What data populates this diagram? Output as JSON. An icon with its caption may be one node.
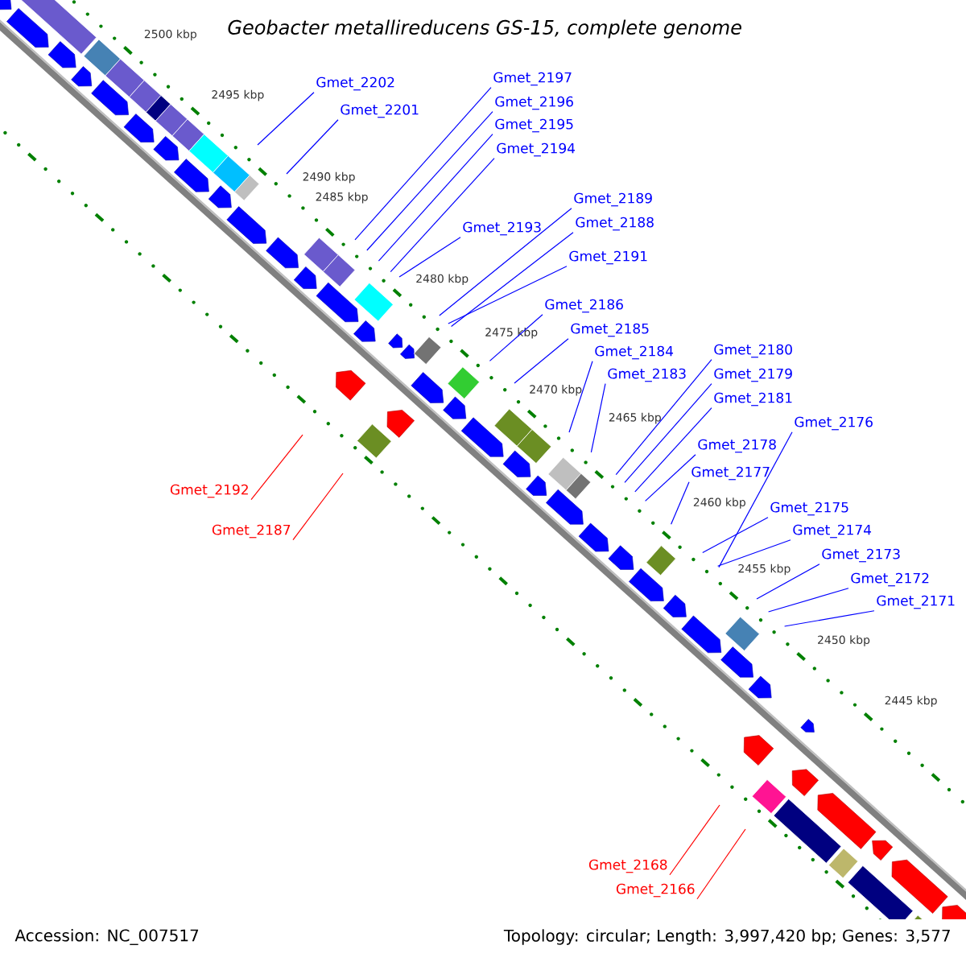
{
  "diagram": {
    "title": "Geobacter metallireducens GS-15, complete genome",
    "nodes": [
      {
        "text": [
          "Gmet_2202"
        ]
      },
      {
        "text": [
          "Gmet_2201"
        ]
      },
      {
        "text": [
          "Gmet_2197"
        ]
      },
      {
        "text": [
          "Gmet_2196"
        ]
      },
      {
        "text": [
          "Gmet_2195"
        ]
      },
      {
        "text": [
          "Gmet_2194"
        ]
      },
      {
        "text": [
          "Gmet_2189"
        ]
      },
      {
        "text": [
          "Gmet_2188"
        ]
      },
      {
        "text": [
          "Gmet_2193"
        ]
      },
      {
        "text": [
          "Gmet_2191"
        ]
      },
      {
        "text": [
          "Gmet_2186"
        ]
      },
      {
        "text": [
          "Gmet_2185"
        ]
      },
      {
        "text": [
          "Gmet_2184"
        ]
      },
      {
        "text": [
          "Gmet_2180"
        ]
      },
      {
        "text": [
          "Gmet_2183"
        ]
      },
      {
        "text": [
          "Gmet_2179"
        ]
      },
      {
        "text": [
          "Gmet_2181"
        ]
      },
      {
        "text": [
          "Gmet_2176"
        ]
      },
      {
        "text": [
          "Gmet_2178"
        ]
      },
      {
        "text": [
          "Gmet_2177"
        ]
      },
      {
        "text": [
          "Gmet_2192"
        ]
      },
      {
        "text": [
          "Gmet_2175"
        ]
      },
      {
        "text": [
          "Gmet_2174"
        ]
      },
      {
        "text": [
          "Gmet_2187"
        ]
      },
      {
        "text": [
          "Gmet_2173"
        ]
      },
      {
        "text": [
          "Gmet_2172"
        ]
      },
      {
        "text": [
          "Gmet_2171"
        ]
      },
      {
        "text": [
          "Gmet_2168"
        ]
      },
      {
        "text": [
          "Gmet_2166"
        ]
      }
    ],
    "edges": [
      {
        "from": 0,
        "to": null,
        "arrow": "none"
      },
      {
        "from": 1,
        "to": null,
        "arrow": "none"
      },
      {
        "from": 2,
        "to": null,
        "arrow": "none"
      },
      {
        "from": 3,
        "to": null,
        "arrow": "none"
      },
      {
        "from": 4,
        "to": null,
        "arrow": "none"
      },
      {
        "from": 5,
        "to": null,
        "arrow": "none"
      },
      {
        "from": 6,
        "to": null,
        "arrow": "none"
      },
      {
        "from": 7,
        "to": null,
        "arrow": "none"
      },
      {
        "from": 8,
        "to": null,
        "arrow": "none"
      },
      {
        "from": 9,
        "to": null,
        "arrow": "none"
      },
      {
        "from": 10,
        "to": null,
        "arrow": "none"
      },
      {
        "from": 11,
        "to": null,
        "arrow": "none"
      },
      {
        "from": 12,
        "to": null,
        "arrow": "none"
      },
      {
        "from": 13,
        "to": null,
        "arrow": "none"
      },
      {
        "from": 14,
        "to": null,
        "arrow": "none"
      },
      {
        "from": 15,
        "to": null,
        "arrow": "none"
      },
      {
        "from": 16,
        "to": null,
        "arrow": "none"
      },
      {
        "from": 17,
        "to": null,
        "arrow": "none"
      },
      {
        "from": 18,
        "to": null,
        "arrow": "none"
      },
      {
        "from": 19,
        "to": null,
        "arrow": "none"
      },
      {
        "from": 20,
        "to": null,
        "arrow": "none",
        "color": "#ff0000"
      },
      {
        "from": 21,
        "to": null,
        "arrow": "none"
      },
      {
        "from": 22,
        "to": null,
        "arrow": "none"
      },
      {
        "from": 23,
        "to": null,
        "arrow": "none",
        "color": "#ff0000"
      },
      {
        "from": 24,
        "to": null,
        "arrow": "none"
      },
      {
        "from": 25,
        "to": null,
        "arrow": "none"
      },
      {
        "from": 26,
        "to": null,
        "arrow": "none"
      },
      {
        "from": 27,
        "to": null,
        "arrow": "none",
        "color": "#ff0000"
      },
      {
        "from": 28,
        "to": null,
        "arrow": "none",
        "color": "#ff0000"
      }
    ],
    "labels": [
      "2500 kbp",
      "2495 kbp",
      "2490 kbp",
      "2485 kbp",
      "2480 kbp",
      "2475 kbp",
      "2470 kbp",
      "2465 kbp",
      "2460 kbp",
      "2455 kbp",
      "2450 kbp",
      "2445 kbp",
      "Accession: NC_007517",
      "Topology: circular; Length: 3,997,420 bp; Genes: 3,577"
    ]
  }
}
